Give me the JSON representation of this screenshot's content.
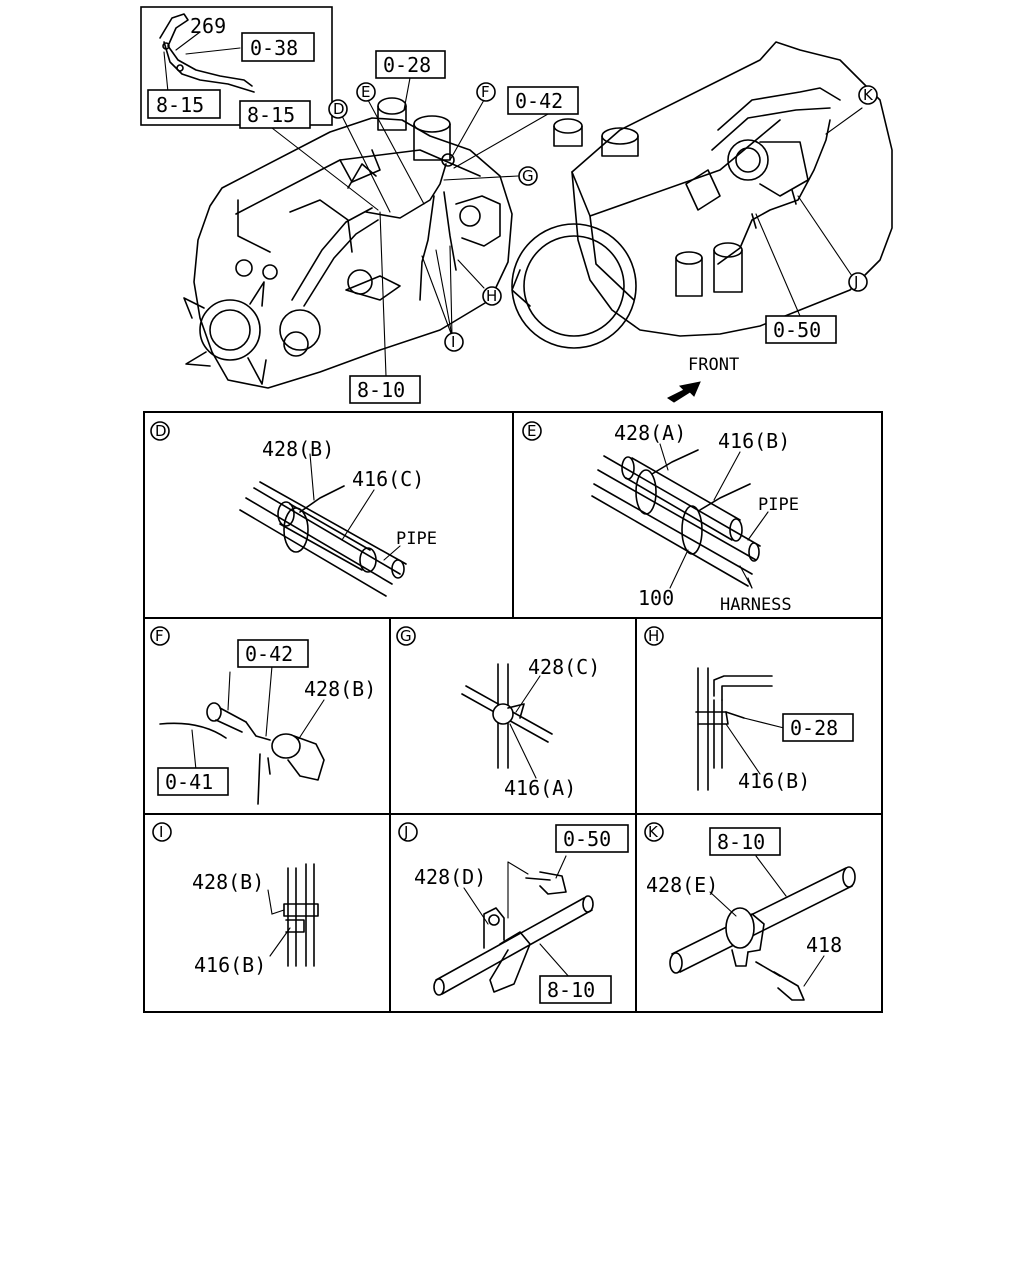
{
  "overview": {
    "inset_labels": [
      "269",
      "0-38",
      "8-15"
    ],
    "ref_boxes": [
      "0-28",
      "0-42",
      "8-15",
      "0-50",
      "8-10"
    ],
    "callouts": [
      "D",
      "E",
      "F",
      "G",
      "H",
      "I",
      "J",
      "K"
    ],
    "front_label": "FRONT"
  },
  "details": {
    "D": {
      "callout": "D",
      "part1": "428(B)",
      "part2": "416(C)",
      "pipe": "PIPE"
    },
    "E": {
      "callout": "E",
      "part1": "428(A)",
      "part2": "416(B)",
      "pipe": "PIPE",
      "part3": "100",
      "harness": "HARNESS"
    },
    "F": {
      "callout": "F",
      "ref1": "0-42",
      "part1": "428(B)",
      "ref2": "0-41"
    },
    "G": {
      "callout": "G",
      "part1": "428(C)",
      "part2": "416(A)"
    },
    "H": {
      "callout": "H",
      "ref1": "0-28",
      "part1": "416(B)"
    },
    "I": {
      "callout": "I",
      "part1": "428(B)",
      "part2": "416(B)"
    },
    "J": {
      "callout": "J",
      "ref1": "0-50",
      "part1": "428(D)",
      "ref2": "8-10"
    },
    "K": {
      "callout": "K",
      "ref1": "8-10",
      "part1": "428(E)",
      "part2": "418"
    }
  }
}
